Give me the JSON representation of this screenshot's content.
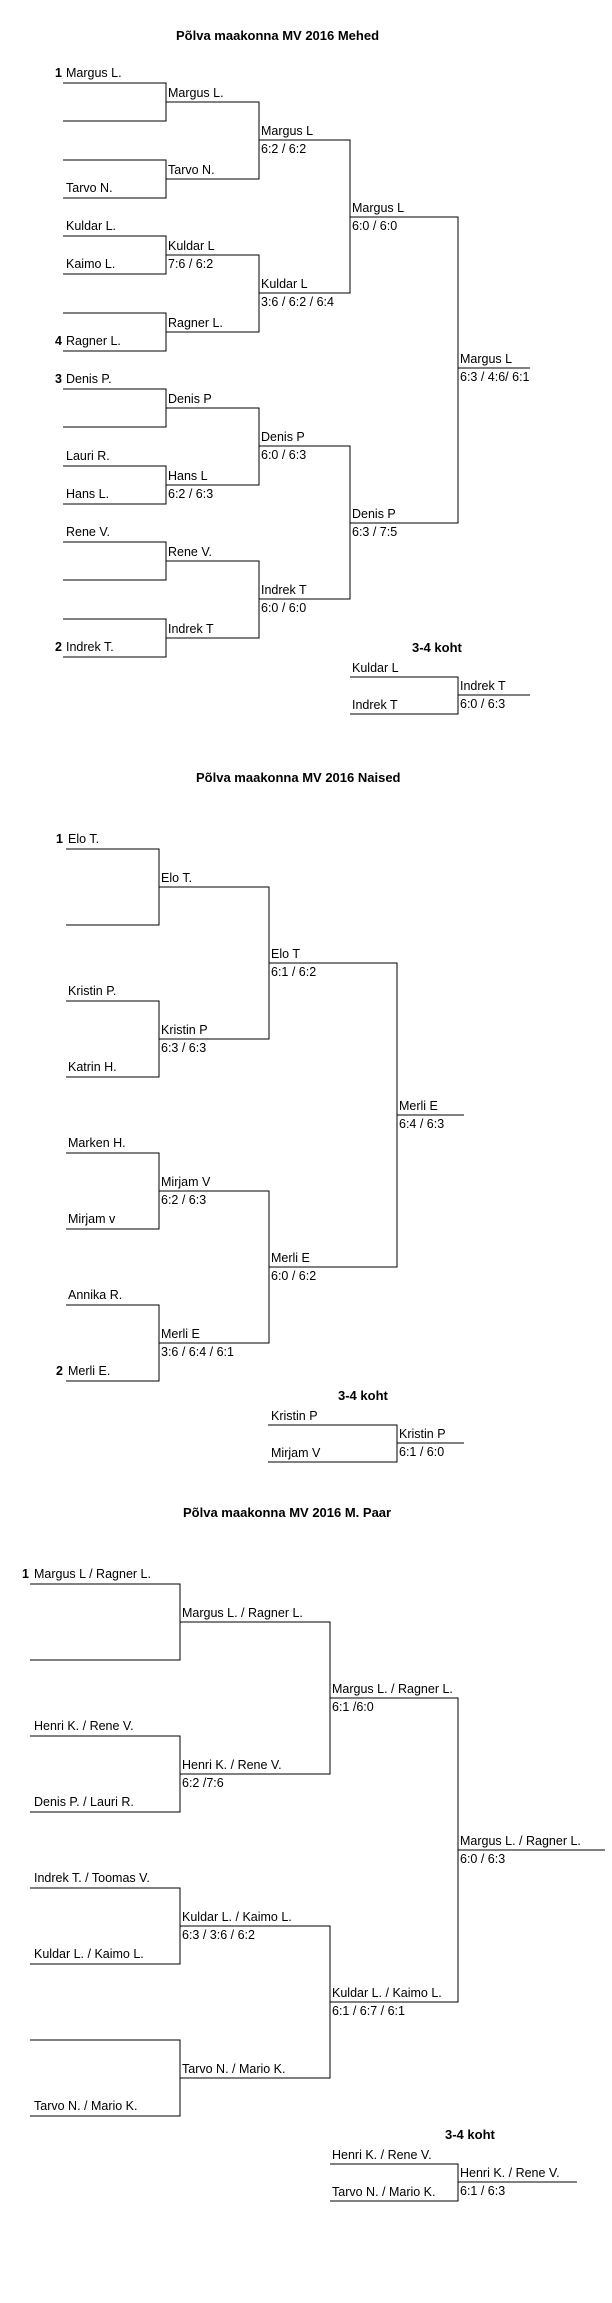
{
  "mehed": {
    "title": "Põlva maakonna MV 2016 Mehed",
    "r1": [
      "Margus L.",
      "",
      "",
      "Tarvo N.",
      "Kuldar L.",
      "Kaimo L.",
      "",
      "Ragner L.",
      "Denis P.",
      "",
      "Lauri R.",
      "Hans L.",
      "Rene V.",
      "",
      "",
      "Indrek T."
    ],
    "seeds": [
      "1",
      "4",
      "3",
      "2"
    ],
    "r2": [
      "Margus L.",
      "Tarvo N.",
      "Kuldar L",
      "Ragner L.",
      "Denis P",
      "Hans L",
      "Rene V.",
      "Indrek T"
    ],
    "r2_scores": [
      "",
      "",
      "7:6 / 6:2",
      "",
      "",
      "6:2 / 6:3",
      "",
      ""
    ],
    "r3": [
      "Margus L",
      "Kuldar L",
      "Denis P",
      "Indrek T"
    ],
    "r3_scores": [
      "6:2 / 6:2",
      "3:6 / 6:2 / 6:4",
      "6:0 / 6:3",
      "6:0 / 6:0"
    ],
    "r4": [
      "Margus L",
      "Denis P"
    ],
    "r4_scores": [
      "6:0 / 6:0",
      "6:3 / 7:5"
    ],
    "winner": "Margus L",
    "winner_score": "6:3 / 4:6/ 6:1",
    "third_title": "3-4 koht",
    "third": [
      "Kuldar L",
      "Indrek T"
    ],
    "third_winner": "Indrek T",
    "third_score": "6:0 / 6:3"
  },
  "naised": {
    "title": "Põlva maakonna MV 2016 Naised",
    "r1": [
      "Elo T.",
      "",
      "Kristin P.",
      "Katrin H.",
      "Marken H.",
      "Mirjam v",
      "Annika R.",
      "Merli E."
    ],
    "seeds": [
      "1",
      "2"
    ],
    "r2": [
      "Elo T.",
      "Kristin P",
      "Mirjam V",
      "Merli E"
    ],
    "r2_scores": [
      "",
      "6:3 / 6:3",
      "6:2 / 6:3",
      "3:6 / 6:4 / 6:1"
    ],
    "r3": [
      "Elo T",
      "Merli E"
    ],
    "r3_scores": [
      "6:1 / 6:2",
      "6:0 / 6:2"
    ],
    "winner": "Merli E",
    "winner_score": "6:4 / 6:3",
    "third_title": "3-4 koht",
    "third": [
      "Kristin P",
      "Mirjam V"
    ],
    "third_winner": "Kristin P",
    "third_score": "6:1 / 6:0"
  },
  "paar": {
    "title": "Põlva maakonna MV 2016 M. Paar",
    "r1": [
      "Margus L / Ragner L.",
      "",
      "Henri K. / Rene V.",
      "Denis P. / Lauri R.",
      "Indrek T. / Toomas  V.",
      "Kuldar L. / Kaimo L.",
      "",
      "Tarvo N. / Mario K."
    ],
    "seeds": [
      "1"
    ],
    "r2": [
      "Margus L. / Ragner L.",
      "Henri K. / Rene V.",
      "Kuldar L. / Kaimo L.",
      "Tarvo N. / Mario K."
    ],
    "r2_scores": [
      "",
      "6:2 /7:6",
      "6:3 / 3:6 / 6:2",
      ""
    ],
    "r3": [
      "Margus L. / Ragner L.",
      "Kuldar L. / Kaimo L."
    ],
    "r3_scores": [
      "6:1 /6:0",
      "6:1 / 6:7 / 6:1"
    ],
    "winner": "Margus L. / Ragner L.",
    "winner_score": "6:0 / 6:3",
    "third_title": "3-4 koht",
    "third": [
      "Henri K. / Rene V.",
      "Tarvo N. / Mario K."
    ],
    "third_winner": "Henri K. / Rene V.",
    "third_score": "6:1 / 6:3"
  }
}
